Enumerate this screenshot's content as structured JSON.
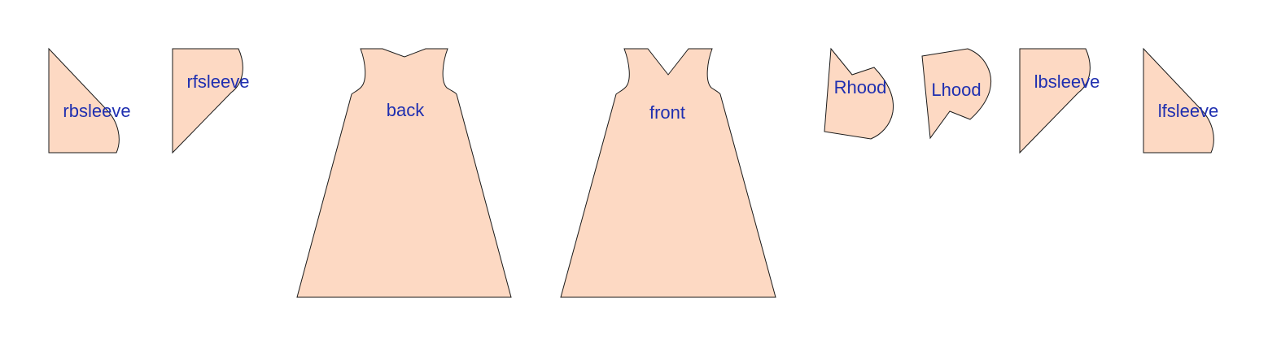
{
  "colors": {
    "piece_fill": "#fdd9c3",
    "piece_stroke": "#1a1a1a",
    "label_color": "#1f2fb0",
    "background": "#ffffff"
  },
  "pieces": [
    {
      "id": "rbsleeve",
      "label": "rbsleeve"
    },
    {
      "id": "rfsleeve",
      "label": "rfsleeve"
    },
    {
      "id": "back",
      "label": "back"
    },
    {
      "id": "front",
      "label": "front"
    },
    {
      "id": "rhood",
      "label": "Rhood"
    },
    {
      "id": "lhood",
      "label": "Lhood"
    },
    {
      "id": "lbsleeve",
      "label": "lbsleeve"
    },
    {
      "id": "lfsleeve",
      "label": "lfsleeve"
    }
  ]
}
